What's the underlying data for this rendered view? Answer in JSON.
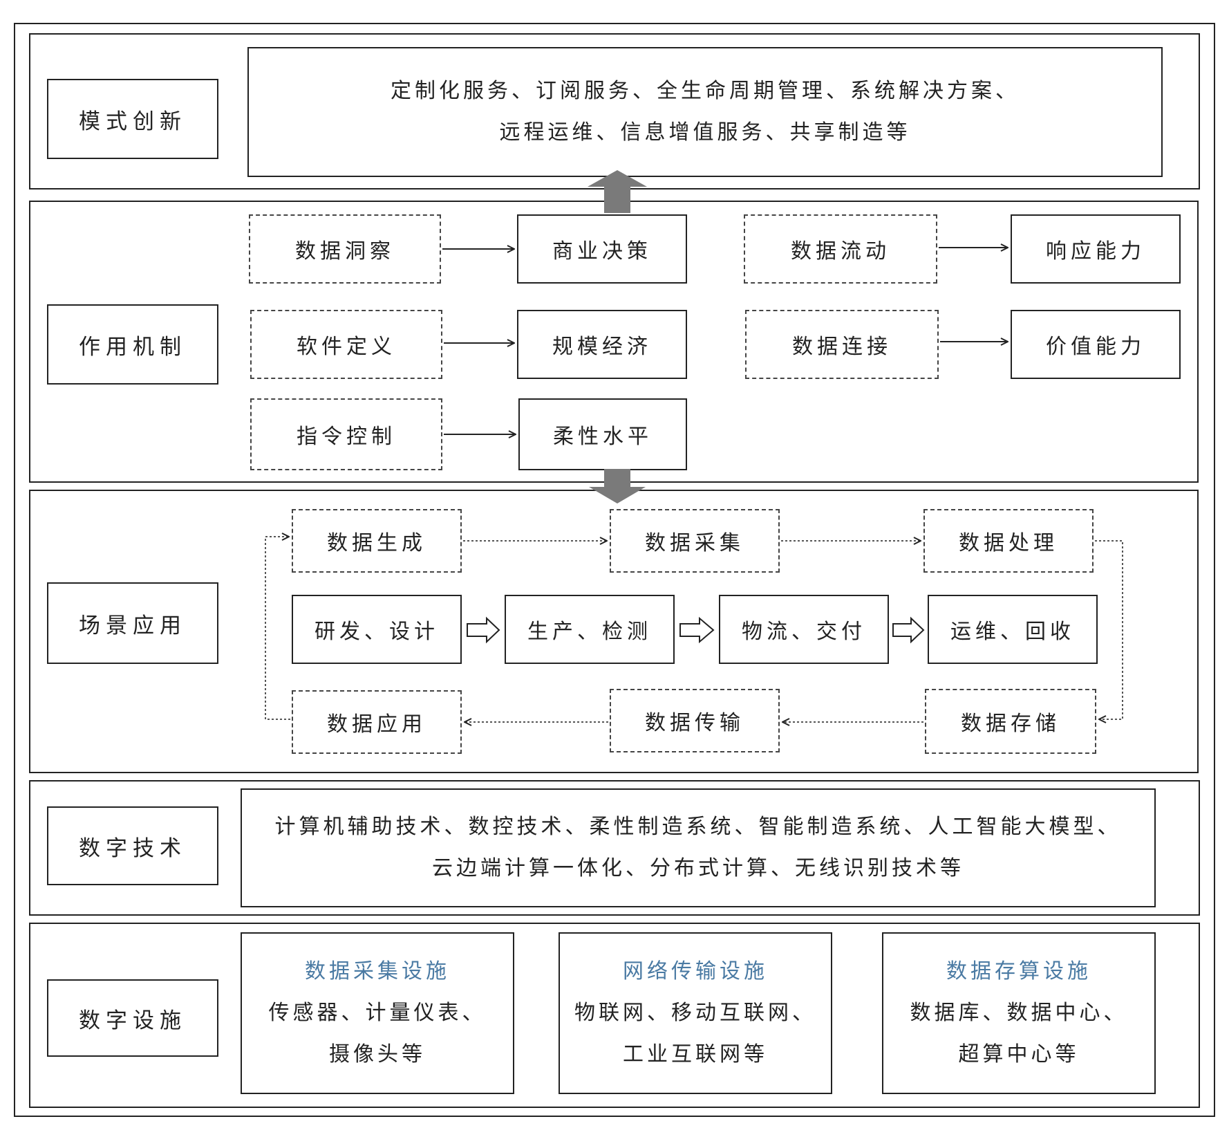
{
  "layers": {
    "mode_innovation": {
      "label": "模式创新",
      "line1": "定制化服务、订阅服务、全生命周期管理、系统解决方案、",
      "line2": "远程运维、信息增值服务、共享制造等"
    },
    "mechanism": {
      "label": "作用机制",
      "pairs": [
        {
          "from": "数据洞察",
          "to": "商业决策"
        },
        {
          "from": "软件定义",
          "to": "规模经济"
        },
        {
          "from": "指令控制",
          "to": "柔性水平"
        },
        {
          "from": "数据流动",
          "to": "响应能力"
        },
        {
          "from": "数据连接",
          "to": "价值能力"
        }
      ]
    },
    "scenario": {
      "label": "场景应用",
      "data_cycle": [
        "数据生成",
        "数据采集",
        "数据处理",
        "数据存储",
        "数据传输",
        "数据应用"
      ],
      "stages": [
        "研发、设计",
        "生产、检测",
        "物流、交付",
        "运维、回收"
      ]
    },
    "digital_tech": {
      "label": "数字技术",
      "line1": "计算机辅助技术、数控技术、柔性制造系统、智能制造系统、人工智能大模型、",
      "line2": "云边端计算一体化、分布式计算、无线识别技术等"
    },
    "digital_infra": {
      "label": "数字设施",
      "items": [
        {
          "title": "数据采集设施",
          "line1": "传感器、计量仪表、",
          "line2": "摄像头等"
        },
        {
          "title": "网络传输设施",
          "line1": "物联网、移动互联网、",
          "line2": "工业互联网等"
        },
        {
          "title": "数据存算设施",
          "line1": "数据库、数据中心、",
          "line2": "超算中心等"
        }
      ]
    }
  },
  "colors": {
    "line": "#222222",
    "big_arrow": "#7a7a7a",
    "infra_title": "#4a7aa3"
  }
}
